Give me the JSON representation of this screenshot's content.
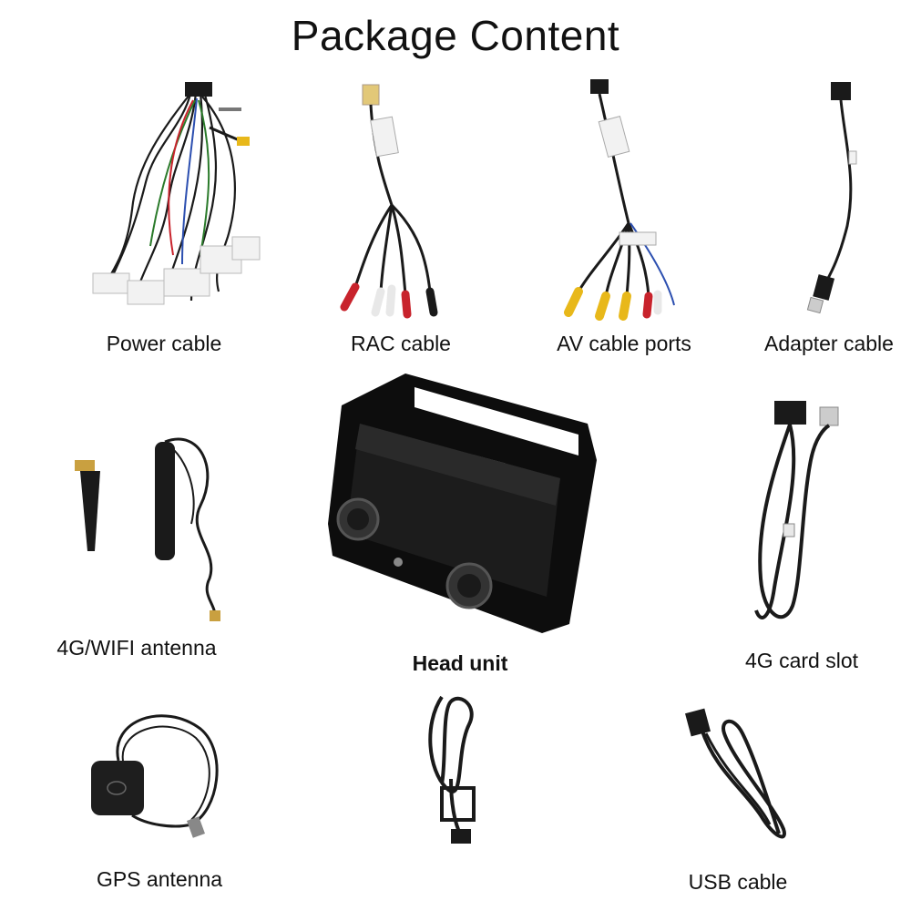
{
  "page": {
    "title": "Package Content"
  },
  "items": [
    {
      "id": "power-cable",
      "label": "Power cable"
    },
    {
      "id": "rac-cable",
      "label": "RAC cable"
    },
    {
      "id": "av-cable-ports",
      "label": "AV cable ports"
    },
    {
      "id": "adapter-cable",
      "label": "Adapter cable"
    },
    {
      "id": "wifi-antenna",
      "label": "4G/WIFI antenna"
    },
    {
      "id": "head-unit",
      "label": "Head unit"
    },
    {
      "id": "card-slot",
      "label": "4G card slot"
    },
    {
      "id": "gps-antenna",
      "label": "GPS antenna"
    },
    {
      "id": "usb-cable",
      "label": "USB cable"
    }
  ],
  "colors": {
    "cable": "#1a1a1a",
    "rca_red": "#c8232c",
    "rca_white": "#e8e8e8",
    "rca_yellow": "#e8b81a",
    "connector_white": "#f2f2f2",
    "head_unit_black": "#0d0d0d"
  }
}
